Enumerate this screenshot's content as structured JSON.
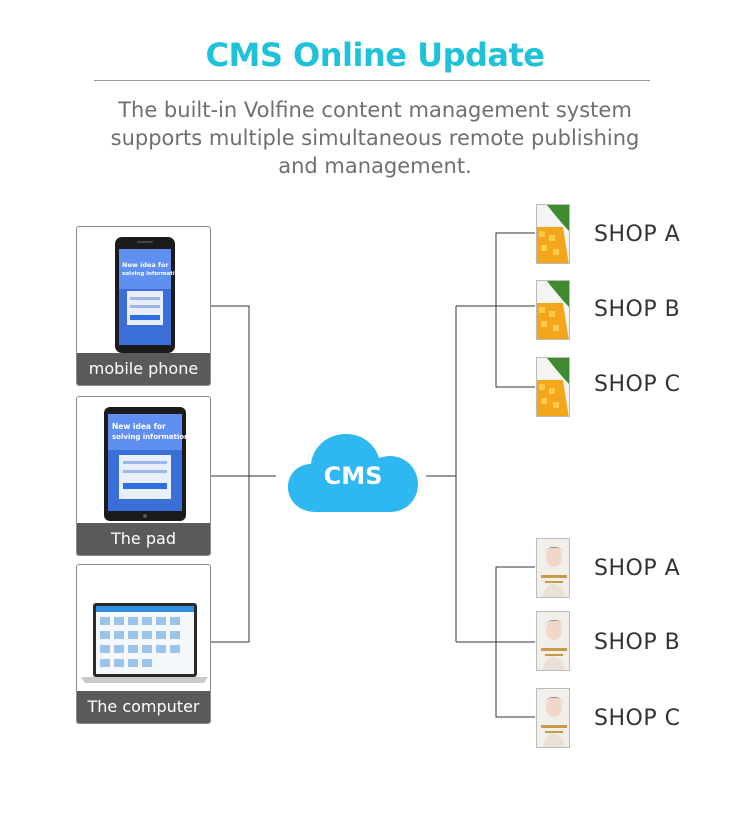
{
  "header": {
    "title": "CMS Online Update",
    "description_lines": [
      "The built-in Volfine content management system",
      "supports multiple simultaneous remote publishing",
      "and management."
    ]
  },
  "devices": [
    {
      "label": "mobile phone",
      "icon": "smartphone-icon"
    },
    {
      "label": "The pad",
      "icon": "tablet-icon"
    },
    {
      "label": "The computer",
      "icon": "laptop-icon"
    }
  ],
  "screen_text": {
    "phone_line1": "New idea for",
    "phone_line2": "solving information",
    "pad_line1": "New idea for",
    "pad_line2": "solving information"
  },
  "hub": {
    "label": "CMS",
    "icon": "cloud-icon"
  },
  "shops": {
    "group1": [
      "SHOP A",
      "SHOP B",
      "SHOP C"
    ],
    "group2": [
      "SHOP A",
      "SHOP B",
      "SHOP C"
    ]
  },
  "colors": {
    "accent": "#1fc2d8",
    "cloud": "#2eb7f0",
    "label_bar": "#5a5a5a"
  }
}
